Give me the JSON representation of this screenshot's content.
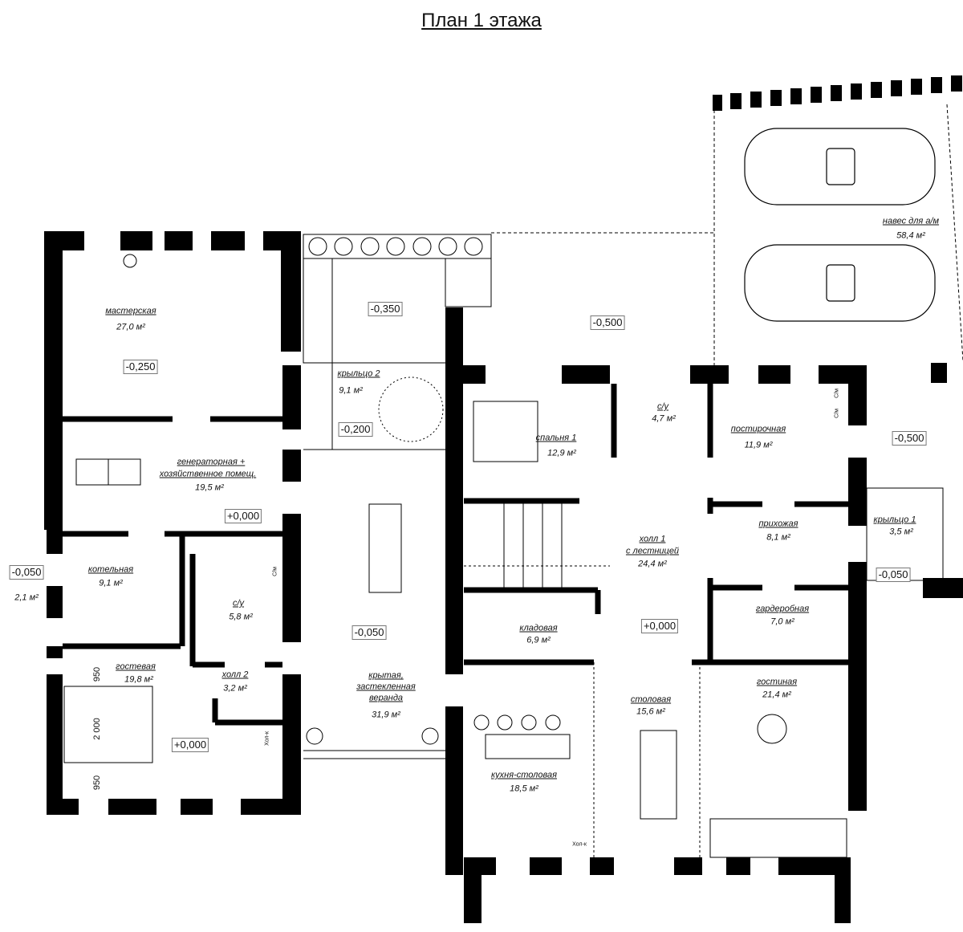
{
  "title": "План 1 этажа",
  "rooms": {
    "workshop": {
      "name": "мастерская",
      "area": "27,0 м²"
    },
    "carport": {
      "name": "навес для а/м",
      "area": "58,4 м²"
    },
    "porch2": {
      "name": "крыльцо 2",
      "area": "9,1 м²"
    },
    "bedroom1": {
      "name": "спальня 1",
      "area": "12,9 м²"
    },
    "bath1": {
      "name": "с/у",
      "area": "4,7 м²"
    },
    "laundry": {
      "name": "постирочная",
      "area": "11,9 м²"
    },
    "generator": {
      "name_line1": "генераторная +",
      "name_line2": "хозяйственное помещ.",
      "area": "19,5 м²"
    },
    "boiler": {
      "name": "котельная",
      "area": "9,1 м²"
    },
    "bath2": {
      "name": "с/у",
      "area": "5,8 м²"
    },
    "side_porch": {
      "area": "2,1 м²"
    },
    "hall1": {
      "name_line1": "холл 1",
      "name_line2": "с лестницей",
      "area": "24,4 м²"
    },
    "entry": {
      "name": "прихожая",
      "area": "8,1 м²"
    },
    "porch1": {
      "name": "крыльцо 1",
      "area": "3,5 м²"
    },
    "storage": {
      "name": "кладовая",
      "area": "6,9 м²"
    },
    "wardrobe": {
      "name": "гардеробная",
      "area": "7,0 м²"
    },
    "veranda": {
      "name_line1": "крытая,",
      "name_line2": "застекленная",
      "name_line3": "веранда",
      "area": "31,9 м²"
    },
    "guest": {
      "name": "гостевая",
      "area": "19,8 м²"
    },
    "hall2": {
      "name": "холл 2",
      "area": "3,2 м²"
    },
    "dining": {
      "name": "столовая",
      "area": "15,6 м²"
    },
    "living": {
      "name": "гостиная",
      "area": "21,4 м²"
    },
    "kitchen": {
      "name": "кухня-столовая",
      "area": "18,5 м²"
    }
  },
  "levels": {
    "workshop": "-0,250",
    "porch2_top": "-0,350",
    "yard": "-0,500",
    "porch2": "-0,200",
    "right_yard": "-0,500",
    "generator": "+0,000",
    "side_porch": "-0,050",
    "porch1": "-0,050",
    "hall1": "+0,000",
    "veranda": "-0,050",
    "guest": "+0,000"
  },
  "dimensions": {
    "top": "950",
    "middle": "2 000",
    "bottom": "950"
  },
  "fixtures": {
    "fridge": "Хол-к",
    "washer": "С/м"
  }
}
